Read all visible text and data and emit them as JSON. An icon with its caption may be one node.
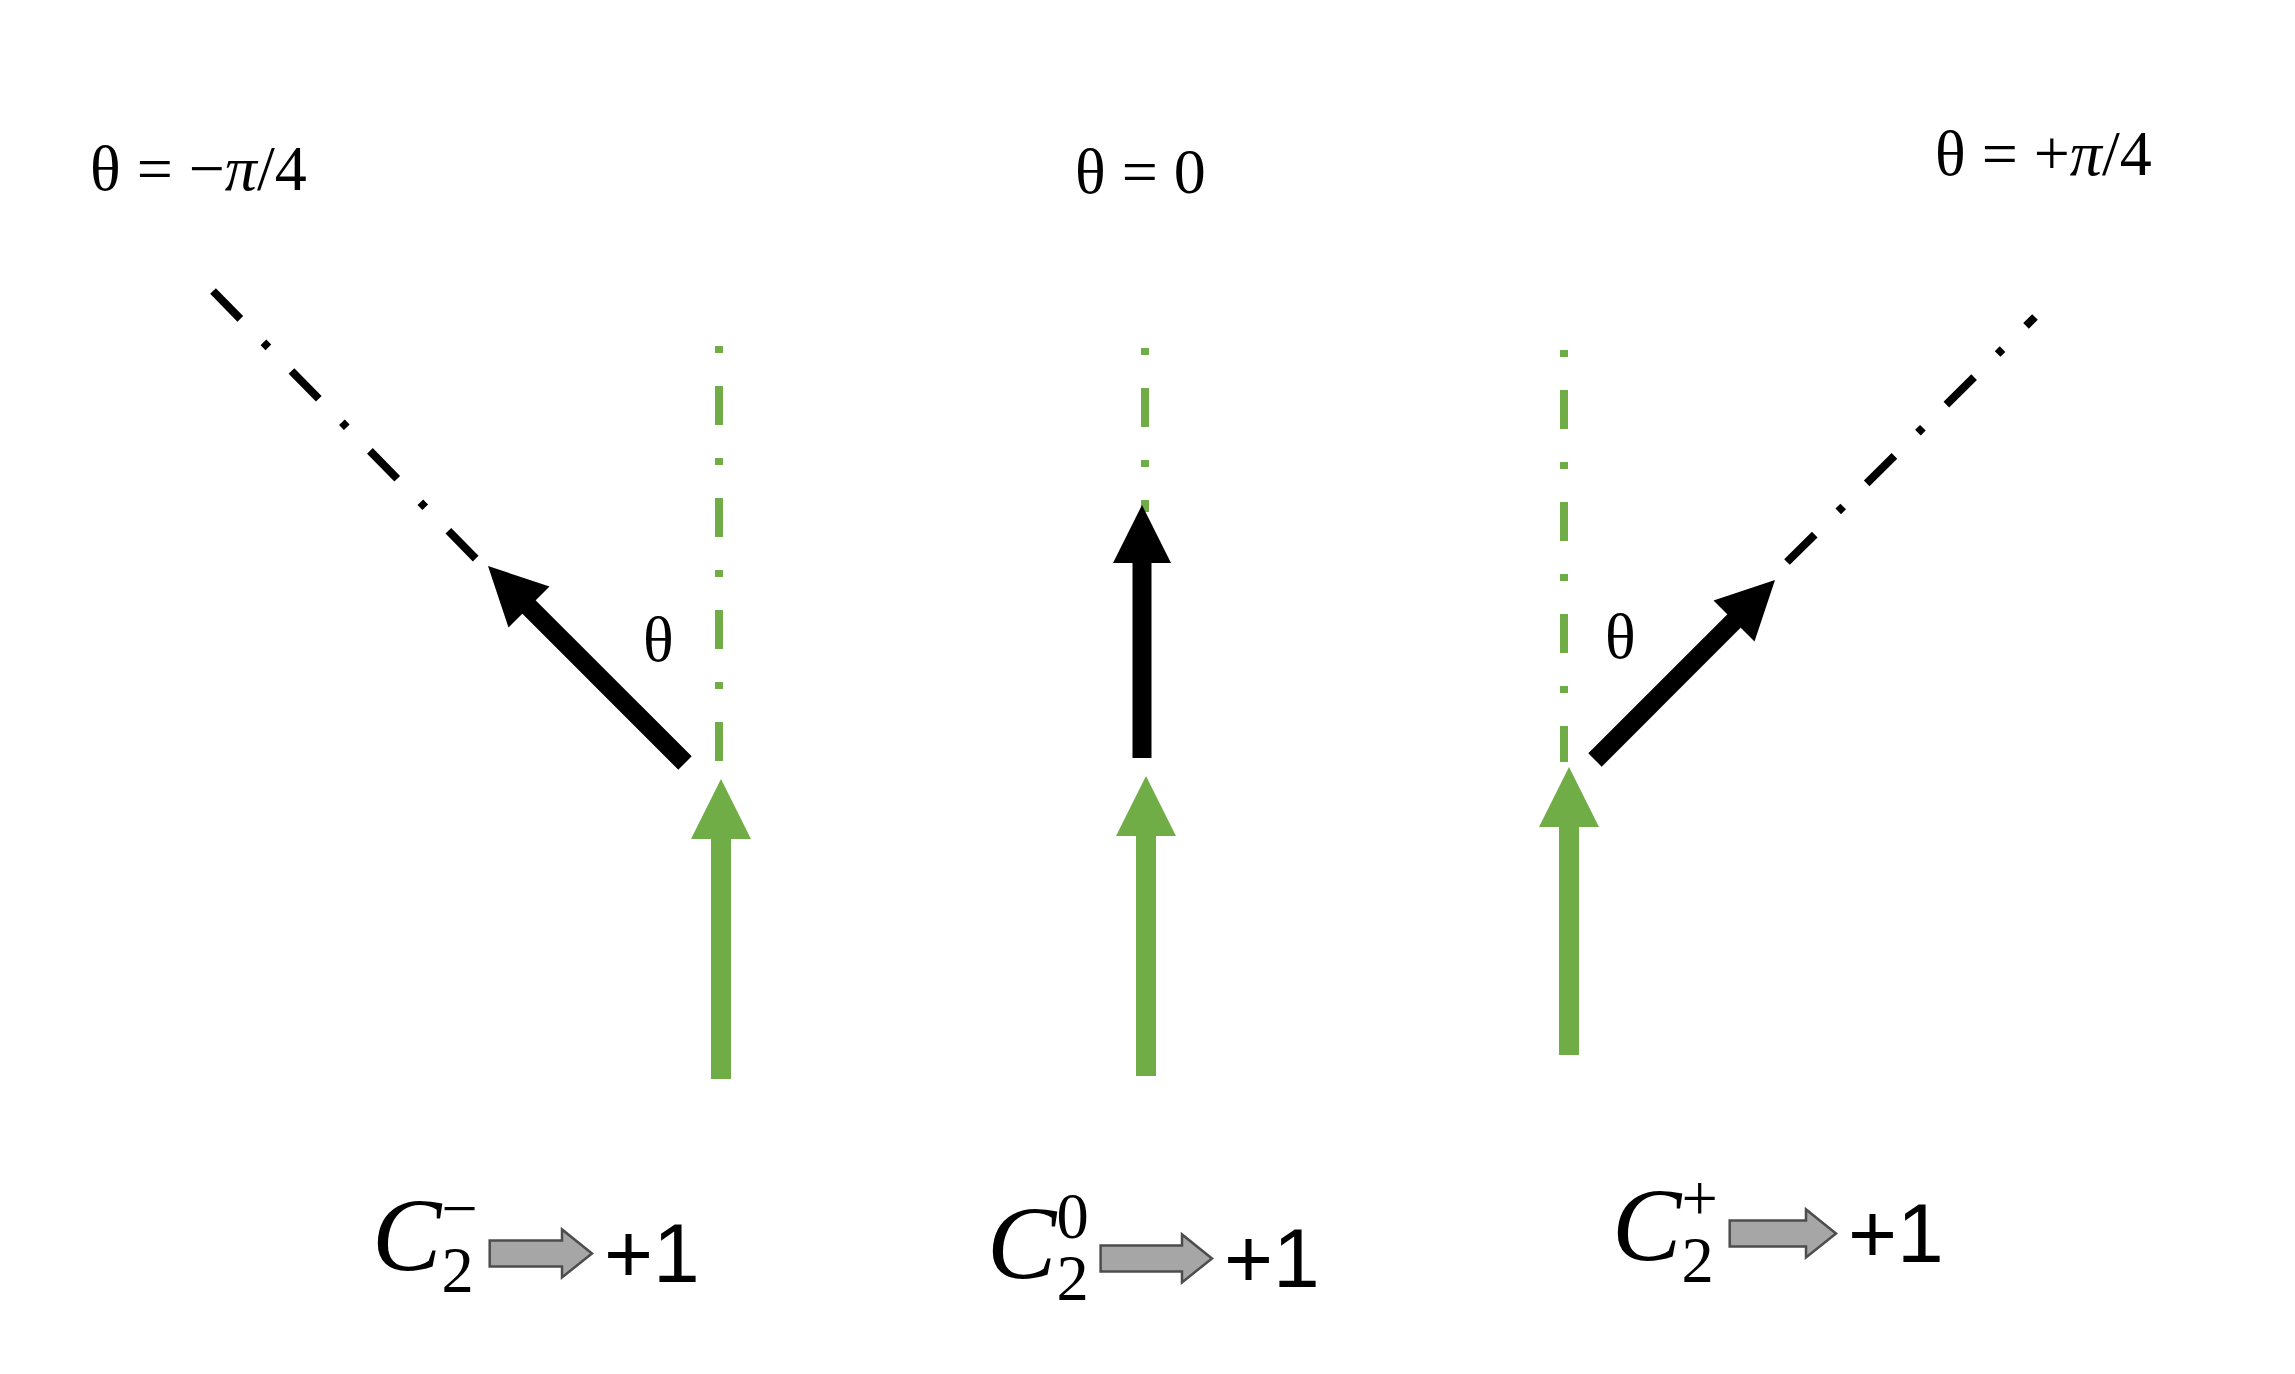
{
  "diagram": {
    "nodes": [
      {
        "text": [
          "*C*$_{2}$$^{−}$"
        ]
      },
      {
        "text": [
          "+1"
        ]
      },
      {
        "text": [
          "*C*$_{2}$$^{0}$"
        ]
      },
      {
        "text": [
          "+1"
        ]
      },
      {
        "text": [
          "*C*$_{2}$$^{+}$"
        ]
      },
      {
        "text": [
          "+1"
        ]
      }
    ],
    "edges": [
      {
        "from": 0,
        "to": 1,
        "arrow": "to"
      },
      {
        "from": 2,
        "to": 3,
        "arrow": "to"
      },
      {
        "from": 4,
        "to": 5,
        "arrow": "to"
      }
    ],
    "labels": [
      "θ = −*π*/4",
      "θ = 0",
      "θ = +*π*/4",
      "θ",
      "θ"
    ]
  }
}
